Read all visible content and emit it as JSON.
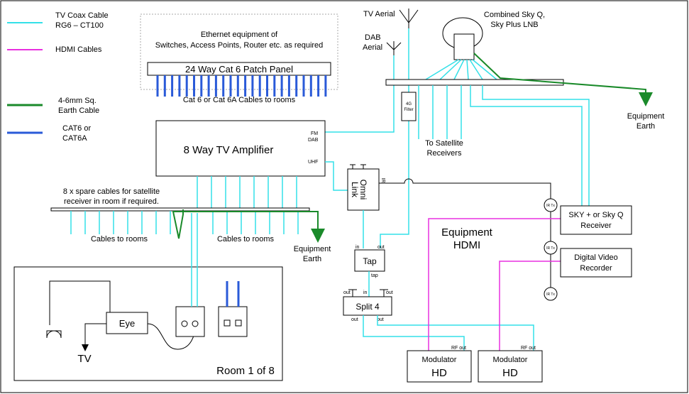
{
  "colors": {
    "coax": "#33e0e8",
    "hdmi": "#e830e0",
    "earth": "#1a8a2a",
    "cat6": "#2a5ad8",
    "line": "#000000",
    "dashed": "#aaaaaa"
  },
  "legend": {
    "coax": "TV Coax Cable",
    "coax_sub": "RG6 – CT100",
    "hdmi": "HDMI Cables",
    "earth": "4-6mm Sq.",
    "earth_sub": "Earth Cable",
    "cat6": "CAT6 or",
    "cat6_sub": "CAT6A"
  },
  "ethernet": {
    "line1": "Ethernet equipment of",
    "line2": "Switches, Access Points, Router etc. as required",
    "patch_panel": "24 Way Cat 6 Patch Panel",
    "cables": "Cat 6 or Cat 6A Cables to rooms"
  },
  "amplifier": {
    "title": "8 Way TV Amplifier",
    "fm": "FM",
    "dab": "DAB",
    "uhf": "UHF"
  },
  "aerials": {
    "tv": "TV Aerial",
    "dab1": "DAB",
    "dab2": "Aerial",
    "lnb1": "Combined Sky Q,",
    "lnb2": "Sky Plus LNB"
  },
  "filter": {
    "line1": "4G",
    "line2": "Filter"
  },
  "sat_receivers": {
    "line1": "To Satellite",
    "line2": "Receivers"
  },
  "earth_right": {
    "line1": "Equipment",
    "line2": "Earth"
  },
  "earth_mid": {
    "line1": "Equipment",
    "line2": "Earth"
  },
  "spare": {
    "line1": "8 x spare cables for satellite",
    "line2": "receiver in room if required.",
    "rooms_left": "Cables to rooms",
    "rooms_right": "Cables to rooms"
  },
  "omni": {
    "line1": "Omni",
    "line2": "Link",
    "ir": "IR"
  },
  "tap": {
    "label": "Tap",
    "in": "in",
    "out": "out",
    "tap": "tap"
  },
  "split": {
    "label": "Split 4",
    "in": "in",
    "out": "out"
  },
  "equipment_hdmi": {
    "line1": "Equipment",
    "line2": "HDMI"
  },
  "sky": {
    "line1": "SKY + or Sky Q",
    "line2": "Receiver"
  },
  "dvr": {
    "line1": "Digital Video",
    "line2": "Recorder"
  },
  "irtx": "IR Tx",
  "modulators": [
    {
      "title": "Modulator",
      "hd": "HD",
      "rf": "RF out"
    },
    {
      "title": "Modulator",
      "hd": "HD",
      "rf": "RF out"
    }
  ],
  "room": {
    "label": "Room 1 of 8",
    "eye": "Eye",
    "tv": "TV"
  }
}
